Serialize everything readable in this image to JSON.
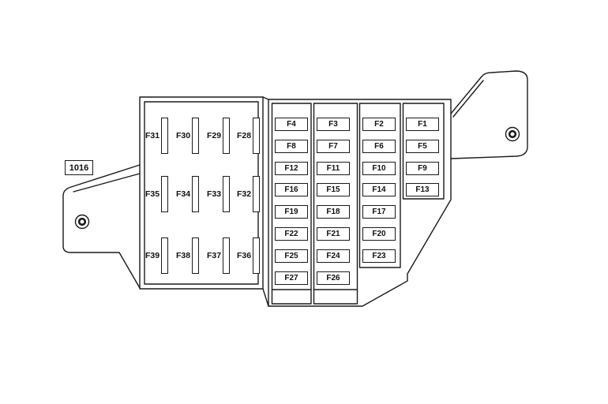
{
  "diagram": {
    "part_label": "1016",
    "large_fuse_rows": [
      [
        "F31",
        "F30",
        "F29",
        "F28"
      ],
      [
        "F35",
        "F34",
        "F33",
        "F32"
      ],
      [
        "F39",
        "F38",
        "F37",
        "F36"
      ]
    ],
    "small_fuse_columns": [
      {
        "fuses": [
          "F4",
          "F8",
          "F12",
          "F16",
          "F19",
          "F22",
          "F25",
          "F27"
        ]
      },
      {
        "fuses": [
          "F3",
          "F7",
          "F11",
          "F15",
          "F18",
          "F21",
          "F24",
          "F26"
        ]
      },
      {
        "fuses": [
          "F2",
          "F6",
          "F10",
          "F14",
          "F17",
          "F20",
          "F23"
        ]
      },
      {
        "fuses": [
          "F1",
          "F5",
          "F9",
          "F13"
        ]
      }
    ],
    "colors": {
      "line": "#1a1a1a",
      "background": "#ffffff"
    }
  }
}
